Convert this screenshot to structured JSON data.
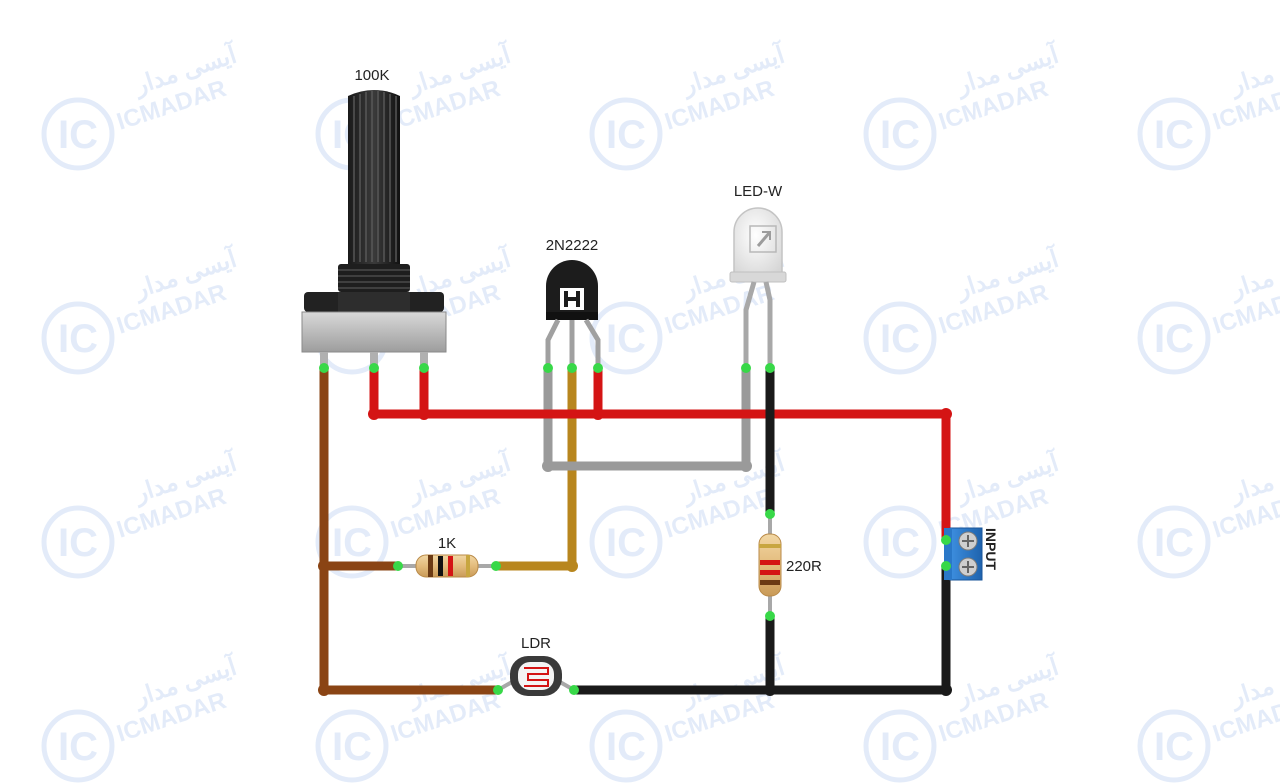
{
  "components": {
    "potentiometer": {
      "label": "100K"
    },
    "transistor": {
      "label": "2N2222"
    },
    "led": {
      "label": "LED-W"
    },
    "resistor_base": {
      "label": "1K"
    },
    "resistor_led": {
      "label": "220R"
    },
    "ldr": {
      "label": "LDR"
    },
    "terminal": {
      "label": "INPUT"
    }
  },
  "watermark": {
    "logo_text": "IC",
    "brand_en": "ICMADAR",
    "brand_fa": "آیسی مدار"
  },
  "colors": {
    "wire_red": "#d41414",
    "wire_black": "#1a1a1a",
    "wire_brown": "#8a4414",
    "wire_gold": "#b8861e",
    "wire_gray": "#9a9a9a",
    "pin_green": "#38d848",
    "terminal_blue": "#2a78c8",
    "watermark_blue": "#2d6fd2"
  }
}
